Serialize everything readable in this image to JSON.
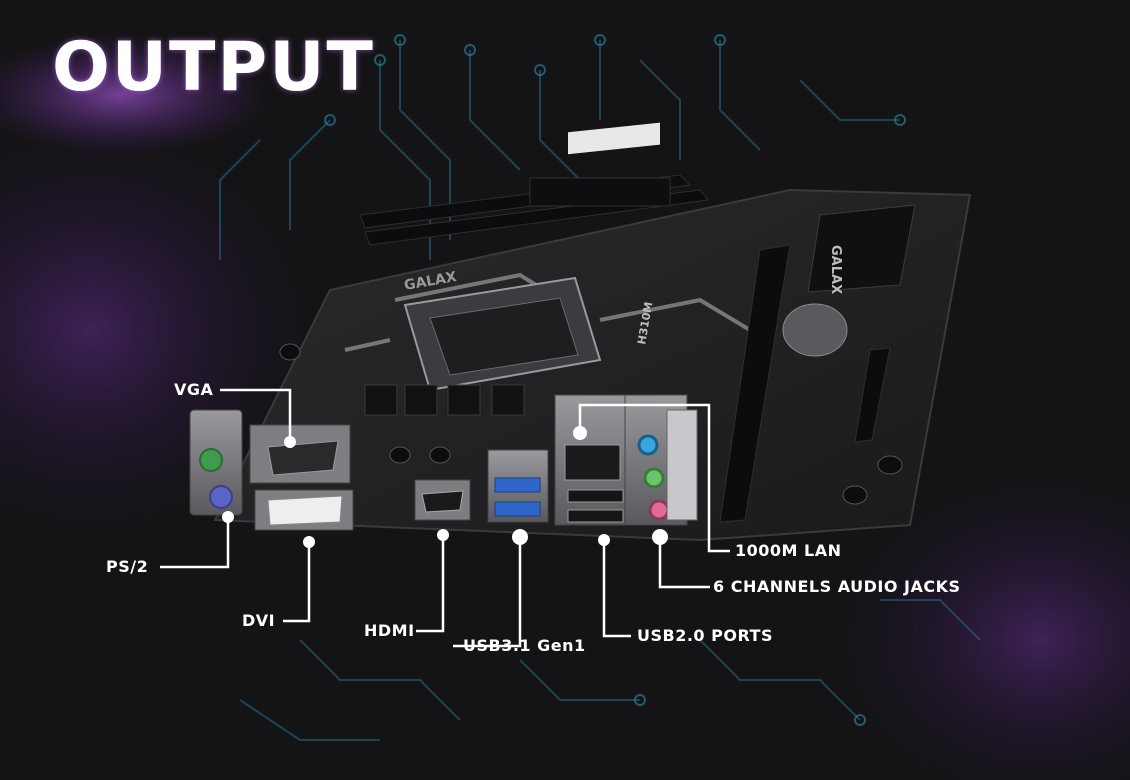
{
  "heading": "OUTPUT",
  "callouts": {
    "vga": "VGA",
    "ps2": "PS/2",
    "dvi": "DVI",
    "hdmi": "HDMI",
    "usb31": "USB3.1 Gen1",
    "usb20": "USB2.0 PORTS",
    "lan": "1000M LAN",
    "audio": "6 CHANNELS AUDIO JACKS"
  },
  "board": {
    "brand": "GALAX",
    "model": "H310M"
  },
  "colors": {
    "background": "#141416",
    "glow": "#b04cff",
    "circuit": "#1f6f8a",
    "ps2_keyboard": "#3f9b4f",
    "ps2_mouse": "#5a63c8",
    "audio_blue": "#3aa6e0",
    "audio_green": "#6cc36c",
    "audio_pink": "#e06a9a",
    "usb3_blue": "#2e66c9"
  }
}
